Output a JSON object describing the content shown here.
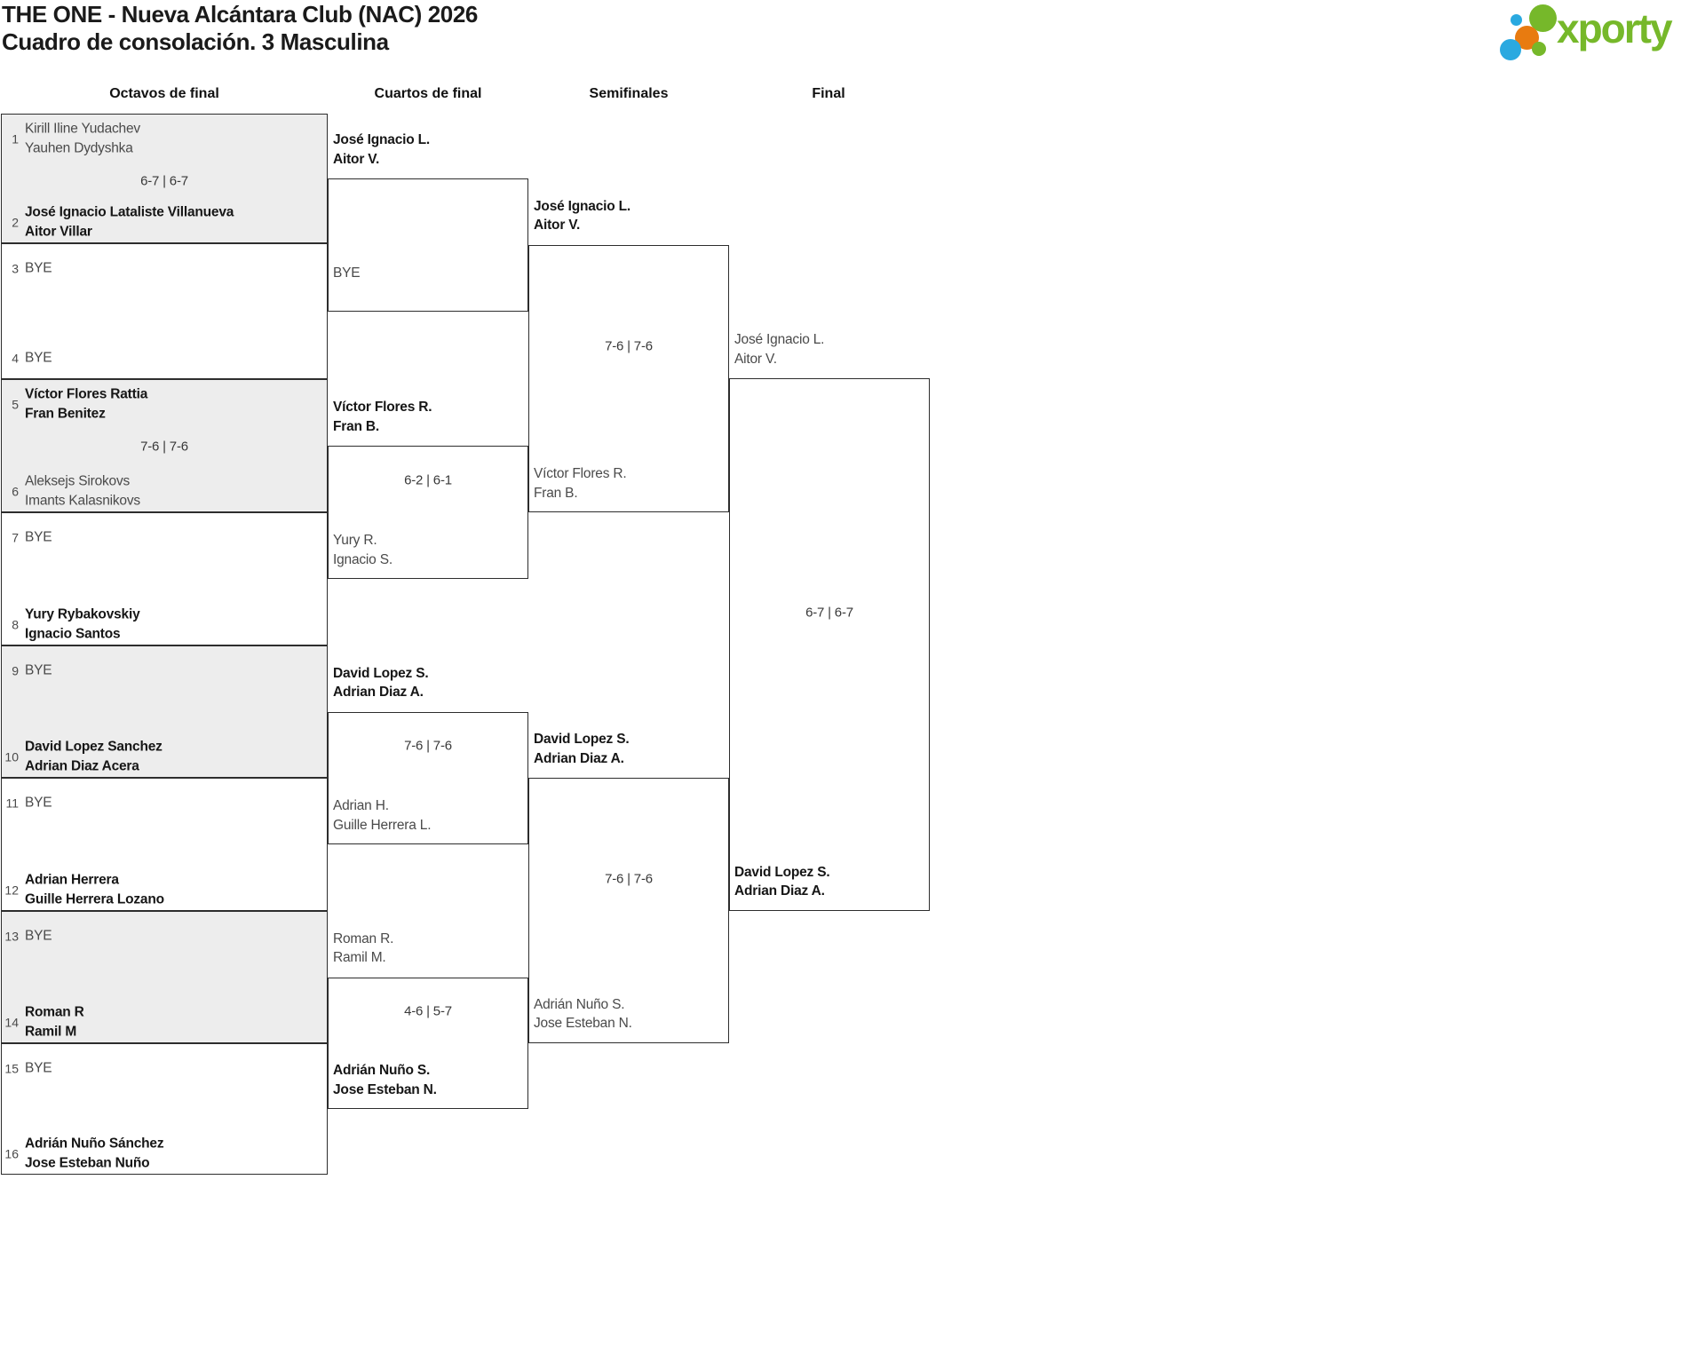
{
  "title": {
    "line1": "THE ONE - Nueva Alcántara Club (NAC) 2026",
    "line2": "Cuadro de consolación. 3 Masculina"
  },
  "logo": {
    "text": "xporty",
    "colors": {
      "green": "#76b82a",
      "orange": "#e87b10",
      "blue": "#2aa9e0"
    },
    "dots": [
      "small-blue",
      "big-green",
      "orange",
      "medium-blue",
      "small-green"
    ]
  },
  "rounds": {
    "headers": [
      "Octavos de final",
      "Cuartos de final",
      "Semifinales",
      "Final"
    ]
  },
  "bracket": {
    "r16": [
      {
        "score": "6-7 | 6-7",
        "top": {
          "seed": "1",
          "lines": [
            "Kirill Iline Yudachev",
            "Yauhen Dydyshka"
          ],
          "winner": false
        },
        "bottom": {
          "seed": "2",
          "lines": [
            "José Ignacio Lataliste Villanueva",
            "Aitor Villar"
          ],
          "winner": true
        }
      },
      {
        "score": "",
        "top": {
          "seed": "3",
          "lines": [
            "BYE"
          ],
          "winner": false
        },
        "bottom": {
          "seed": "4",
          "lines": [
            "BYE"
          ],
          "winner": false
        }
      },
      {
        "score": "7-6 | 7-6",
        "top": {
          "seed": "5",
          "lines": [
            "Víctor Flores Rattia",
            "Fran Benitez"
          ],
          "winner": true
        },
        "bottom": {
          "seed": "6",
          "lines": [
            "Aleksejs Sirokovs",
            "Imants Kalasnikovs"
          ],
          "winner": false
        }
      },
      {
        "score": "",
        "top": {
          "seed": "7",
          "lines": [
            "BYE"
          ],
          "winner": false
        },
        "bottom": {
          "seed": "8",
          "lines": [
            "Yury Rybakovskiy",
            "Ignacio Santos"
          ],
          "winner": true
        }
      },
      {
        "score": "",
        "top": {
          "seed": "9",
          "lines": [
            "BYE"
          ],
          "winner": false
        },
        "bottom": {
          "seed": "10",
          "lines": [
            "David Lopez Sanchez",
            "Adrian Diaz Acera"
          ],
          "winner": true
        }
      },
      {
        "score": "",
        "top": {
          "seed": "11",
          "lines": [
            "BYE"
          ],
          "winner": false
        },
        "bottom": {
          "seed": "12",
          "lines": [
            "Adrian Herrera",
            "Guille Herrera Lozano"
          ],
          "winner": true
        }
      },
      {
        "score": "",
        "top": {
          "seed": "13",
          "lines": [
            "BYE"
          ],
          "winner": false
        },
        "bottom": {
          "seed": "14",
          "lines": [
            "Roman R",
            "Ramil M"
          ],
          "winner": true
        }
      },
      {
        "score": "",
        "top": {
          "seed": "15",
          "lines": [
            "BYE"
          ],
          "winner": false
        },
        "bottom": {
          "seed": "16",
          "lines": [
            "Adrián Nuño Sánchez",
            "Jose Esteban Nuño"
          ],
          "winner": true
        }
      }
    ],
    "quarterfinals": [
      {
        "score": "",
        "top": {
          "lines": [
            "José Ignacio L.",
            "Aitor V."
          ],
          "winner": true
        },
        "bottom": {
          "lines": [
            "BYE"
          ],
          "winner": false
        }
      },
      {
        "score": "6-2 | 6-1",
        "top": {
          "lines": [
            "Víctor Flores R.",
            "Fran B."
          ],
          "winner": true
        },
        "bottom": {
          "lines": [
            "Yury R.",
            "Ignacio S."
          ],
          "winner": false
        }
      },
      {
        "score": "7-6 | 7-6",
        "top": {
          "lines": [
            "David Lopez S.",
            "Adrian Diaz A."
          ],
          "winner": true
        },
        "bottom": {
          "lines": [
            "Adrian H.",
            "Guille Herrera L."
          ],
          "winner": false
        }
      },
      {
        "score": "4-6 | 5-7",
        "top": {
          "lines": [
            "Roman R.",
            "Ramil M."
          ],
          "winner": false
        },
        "bottom": {
          "lines": [
            "Adrián Nuño S.",
            "Jose Esteban N."
          ],
          "winner": true
        }
      }
    ],
    "semifinals": [
      {
        "score": "7-6 | 7-6",
        "top": {
          "lines": [
            "José Ignacio L.",
            "Aitor V."
          ],
          "winner": true
        },
        "bottom": {
          "lines": [
            "Víctor Flores R.",
            "Fran B."
          ],
          "winner": false
        }
      },
      {
        "score": "7-6 | 7-6",
        "top": {
          "lines": [
            "David Lopez S.",
            "Adrian Diaz A."
          ],
          "winner": true
        },
        "bottom": {
          "lines": [
            "Adrián Nuño S.",
            "Jose Esteban N."
          ],
          "winner": false
        }
      }
    ],
    "final": [
      {
        "score": "6-7 | 6-7",
        "top": {
          "lines": [
            "José Ignacio L.",
            "Aitor V."
          ],
          "winner": false
        },
        "bottom": {
          "lines": [
            "David Lopez S.",
            "Adrian Diaz A."
          ],
          "winner": true
        }
      }
    ]
  }
}
